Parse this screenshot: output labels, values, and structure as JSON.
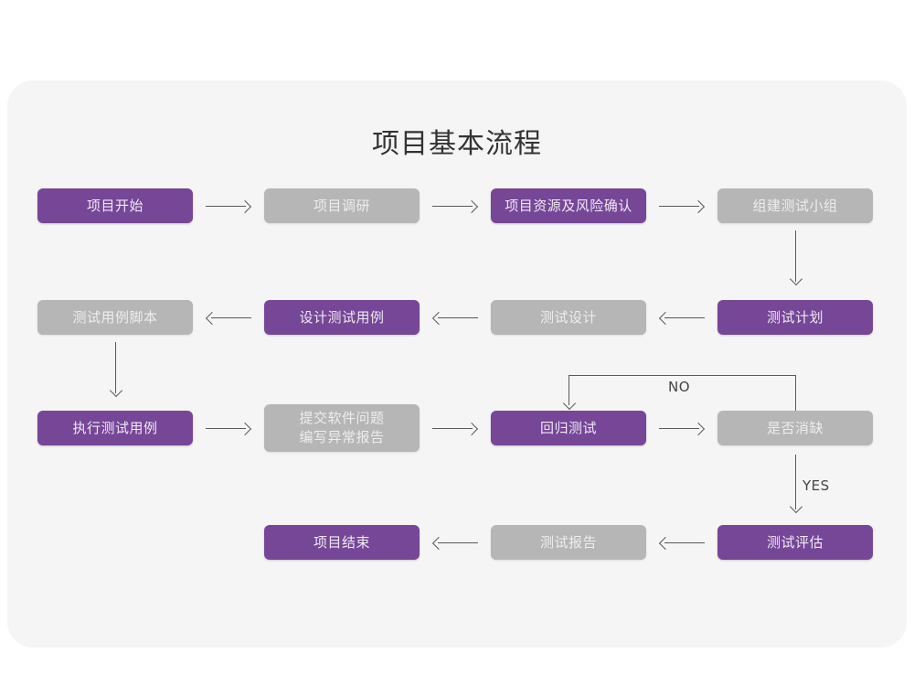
{
  "title": "项目基本流程",
  "colors": {
    "canvas": "#ffffff",
    "card": "#f5f5f5",
    "purple": "#764697",
    "purple_text": "#f0e9f4",
    "gray": "#b6b6b6",
    "gray_text": "#ededed",
    "arrow": "#5a5a5a",
    "title_text": "#333333"
  },
  "nodes": [
    {
      "id": "n1",
      "label": "项目开始",
      "style": "purple"
    },
    {
      "id": "n2",
      "label": "项目调研",
      "style": "gray"
    },
    {
      "id": "n3",
      "label": "项目资源及风险确认",
      "style": "purple"
    },
    {
      "id": "n4",
      "label": "组建测试小组",
      "style": "gray"
    },
    {
      "id": "n5",
      "label": "测试计划",
      "style": "purple"
    },
    {
      "id": "n6",
      "label": "测试设计",
      "style": "gray"
    },
    {
      "id": "n7",
      "label": "设计测试用例",
      "style": "purple"
    },
    {
      "id": "n8",
      "label": "测试用例脚本",
      "style": "gray"
    },
    {
      "id": "n9",
      "label": "执行测试用例",
      "style": "purple"
    },
    {
      "id": "n10",
      "label": "提交软件问题\n编写异常报告",
      "style": "gray"
    },
    {
      "id": "n11",
      "label": "回归测试",
      "style": "purple"
    },
    {
      "id": "n12",
      "label": "是否消缺",
      "style": "gray"
    },
    {
      "id": "n13",
      "label": "测试评估",
      "style": "purple"
    },
    {
      "id": "n14",
      "label": "测试报告",
      "style": "gray"
    },
    {
      "id": "n15",
      "label": "项目结束",
      "style": "purple"
    }
  ],
  "edge_labels": {
    "no": "NO",
    "yes": "YES"
  }
}
